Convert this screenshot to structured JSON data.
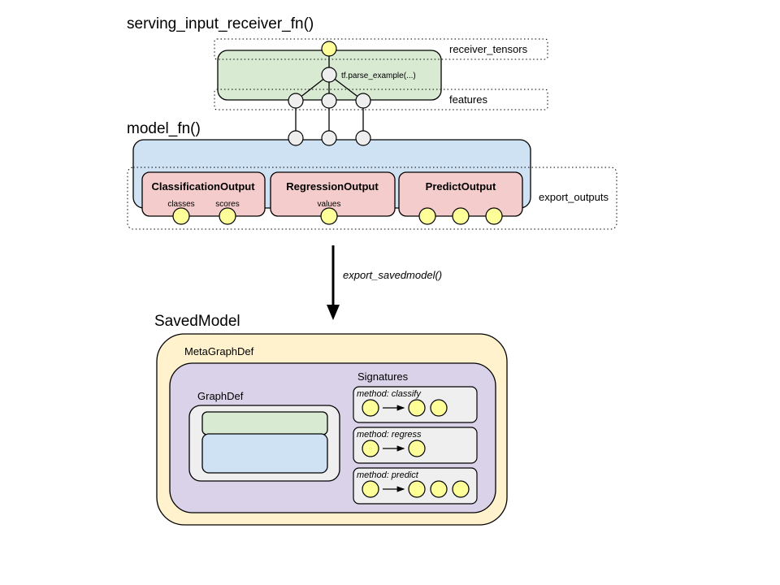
{
  "colors": {
    "receiver_fill": "#d9ead3",
    "model_fill": "#cfe2f3",
    "output_fill": "#f4cccc",
    "tensor_yellow": "#ffff99",
    "node_grey": "#eeeeee",
    "savedmodel_fill": "#fff2cc",
    "metagraph_fill": "#d9d2e9",
    "graphdef_fill": "#efefef",
    "signature_fill": "#efefef"
  },
  "serving": {
    "title": "serving_input_receiver_fn()",
    "parse_label": "tf.parse_example(...)",
    "receiver_tensors_label": "receiver_tensors",
    "features_label": "features"
  },
  "model": {
    "title": "model_fn()",
    "export_outputs_label": "export_outputs",
    "outputs": [
      {
        "name": "ClassificationOutput",
        "fields": [
          "classes",
          "scores"
        ]
      },
      {
        "name": "RegressionOutput",
        "fields": [
          "values"
        ]
      },
      {
        "name": "PredictOutput",
        "fields": []
      }
    ]
  },
  "export": {
    "label": "export_savedmodel()"
  },
  "savedmodel": {
    "title": "SavedModel",
    "metagraph_label": "MetaGraphDef",
    "graphdef_label": "GraphDef",
    "signatures_label": "Signatures",
    "signatures": [
      {
        "method": "method: classify",
        "inputs": 1,
        "outputs": 2
      },
      {
        "method": "method: regress",
        "inputs": 1,
        "outputs": 1
      },
      {
        "method": "method: predict",
        "inputs": 1,
        "outputs": 3
      }
    ]
  }
}
